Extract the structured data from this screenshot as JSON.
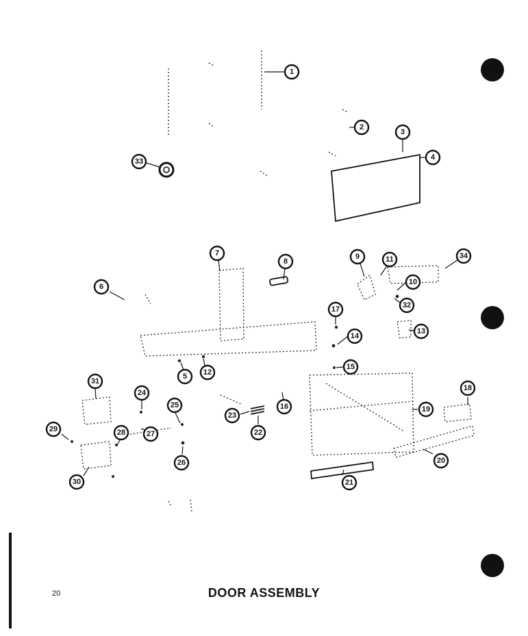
{
  "caption": "DOOR ASSEMBLY",
  "page_number": "20",
  "callouts": [
    "1",
    "2",
    "3",
    "4",
    "5",
    "6",
    "7",
    "8",
    "9",
    "10",
    "11",
    "12",
    "13",
    "14",
    "15",
    "16",
    "17",
    "18",
    "19",
    "20",
    "21",
    "22",
    "23",
    "24",
    "25",
    "26",
    "27",
    "28",
    "29",
    "30",
    "31",
    "32",
    "33",
    "34"
  ]
}
